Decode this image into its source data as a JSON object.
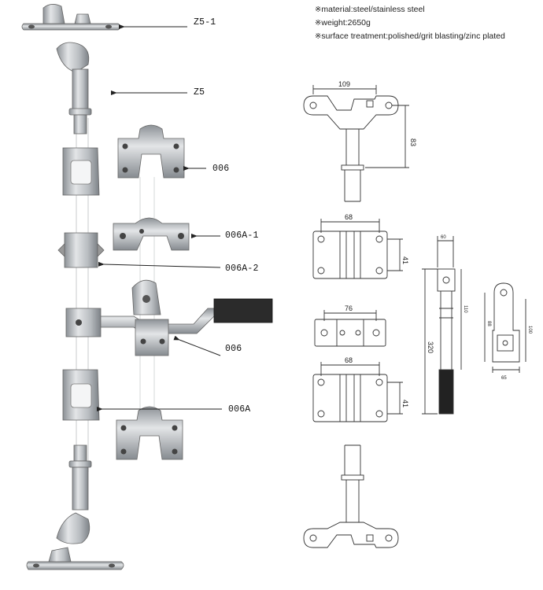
{
  "specs": {
    "material": "material:steel/stainless steel",
    "weight": "weight:2650g",
    "surface": "surface treatment:polished/grit blasting/zinc plated",
    "bullet_symbol": "※"
  },
  "part_labels": {
    "z5_1": "Z5-1",
    "z5": "Z5",
    "p006_upper": "006",
    "p006a_1": "006A-1",
    "p006a_2": "006A-2",
    "p006_handle": "006",
    "p006a": "006A"
  },
  "dimensions": {
    "top_width": "109",
    "top_height": "83",
    "bracket1_width": "68",
    "bracket1_height": "41",
    "plate_width": "76",
    "bracket2_width": "68",
    "bracket2_height": "41",
    "handle_total": "320",
    "handle_top": "60",
    "handle_mid": "110",
    "side_width": "65",
    "side_height": "100",
    "side_small": "88"
  },
  "colors": {
    "metal_light": "#d4d7da",
    "metal_mid": "#a9adb2",
    "metal_dark": "#6f7479",
    "grip": "#2b2b2b",
    "line": "#333333"
  }
}
